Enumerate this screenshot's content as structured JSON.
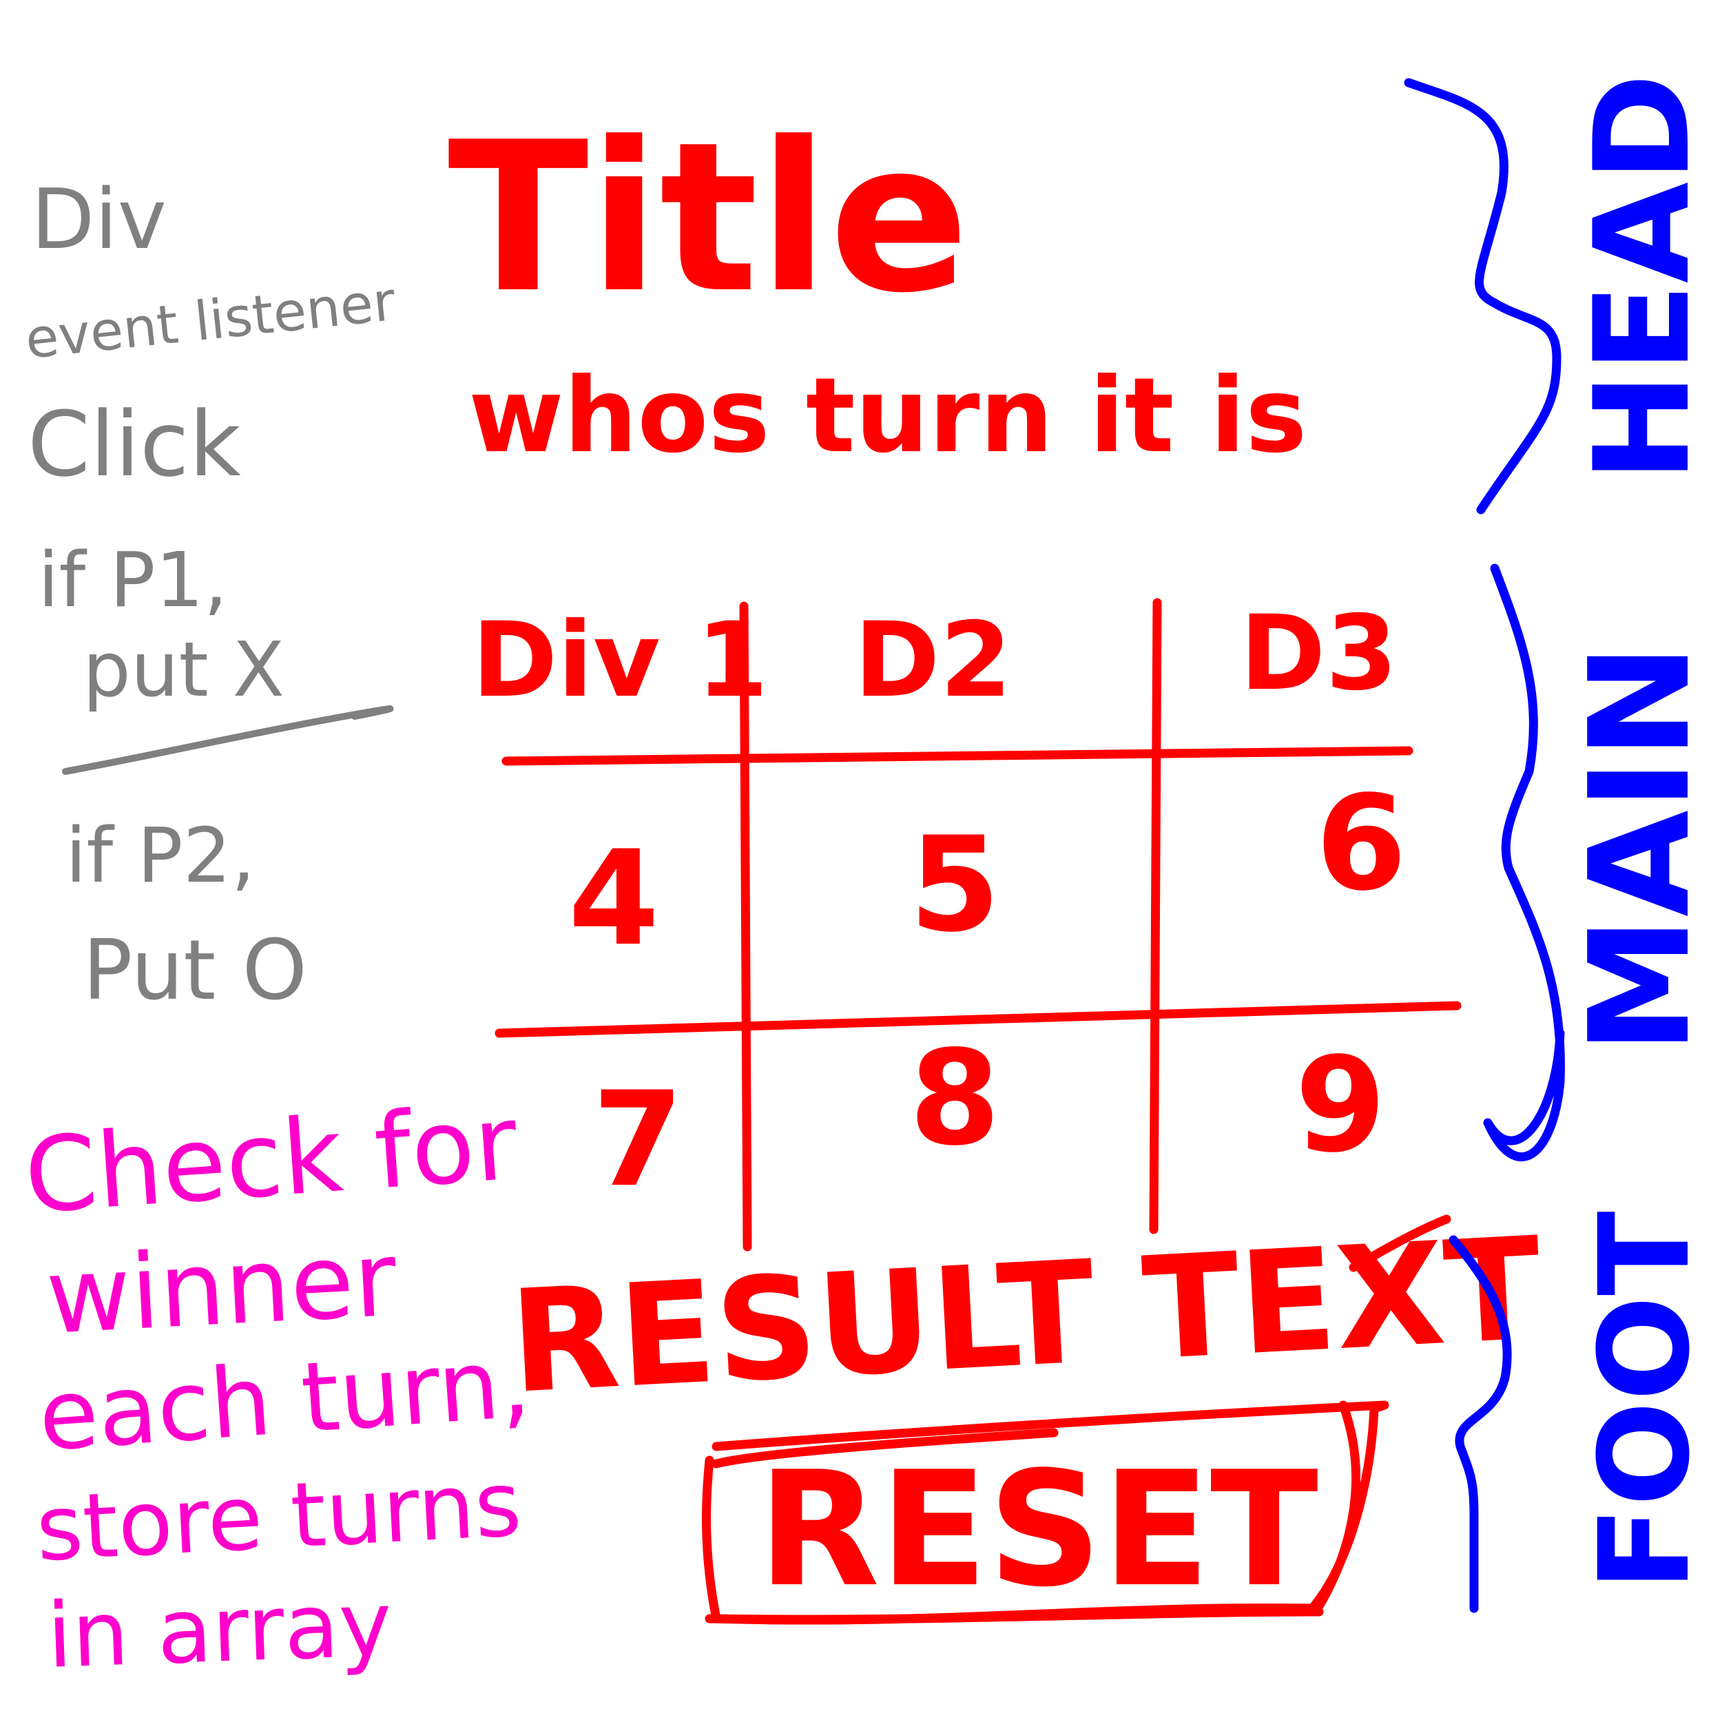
{
  "colors": {
    "wireframe_red": "#ff0000",
    "section_blue": "#0000ff",
    "logic_gray": "#808080",
    "note_pink": "#ff00cc"
  },
  "header": {
    "title": "Title",
    "turn_text": "whos turn it is",
    "label": "HEAD"
  },
  "main": {
    "cells": [
      "Div 1",
      "D2",
      "D3",
      "4",
      "5",
      "6",
      "7",
      "8",
      "9"
    ],
    "label": "MAIN"
  },
  "footer": {
    "result_text": "RESULT TEXT",
    "reset_label": "RESET",
    "label": "FOOT"
  },
  "logic_notes": {
    "line1": "Div",
    "line2": "event listener",
    "line3": "Click",
    "line4": "if P1,",
    "line5": "put X",
    "line6": "if P2,",
    "line7": "Put O"
  },
  "winner_notes": {
    "line1": "Check for",
    "line2": "winner",
    "line3": "each turn,",
    "line4": "store turns",
    "line5": "in array"
  }
}
